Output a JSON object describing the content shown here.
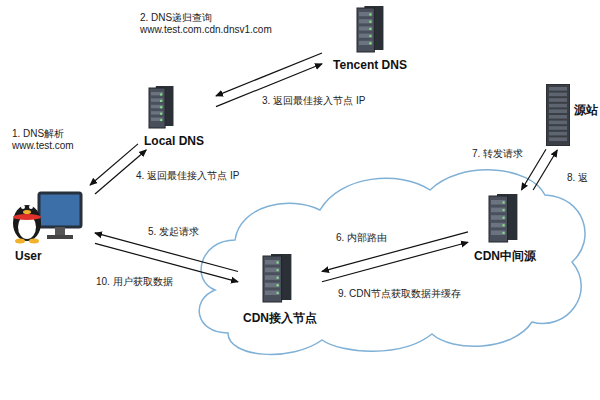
{
  "diagram": {
    "nodes": [
      {
        "text": [
          "User"
        ]
      },
      {
        "text": [
          "Local DNS"
        ]
      },
      {
        "text": [
          "Tencent DNS"
        ]
      },
      {
        "text": [
          "CDN接入节点"
        ]
      },
      {
        "text": [
          "CDN中间源"
        ]
      },
      {
        "text": [
          "源站"
        ]
      }
    ],
    "edges": [
      {
        "from": 0,
        "to": 1,
        "arrow": "to",
        "label": "1. DNS解析 www.test.com"
      },
      {
        "from": 1,
        "to": 2,
        "arrow": "to",
        "label": "2. DNS递归查询 www.test.com.cdn.dnsv1.com"
      },
      {
        "from": 2,
        "to": 1,
        "arrow": "to",
        "label": "3. 返回最佳接入节点 IP"
      },
      {
        "from": 1,
        "to": 0,
        "arrow": "to",
        "label": "4. 返回最佳接入节点 IP"
      },
      {
        "from": 0,
        "to": 3,
        "arrow": "to",
        "label": "5. 发起请求"
      },
      {
        "from": 3,
        "to": 0,
        "arrow": "to",
        "label": "10. 用户获取数据"
      },
      {
        "from": 3,
        "to": 4,
        "arrow": "to",
        "label": "6. 内部路由"
      },
      {
        "from": 4,
        "to": 3,
        "arrow": "to",
        "label": "9. CDN节点获取数据并缓存"
      },
      {
        "from": 4,
        "to": 5,
        "arrow": "to",
        "label": "7. 转发请求"
      },
      {
        "from": 5,
        "to": 4,
        "arrow": "to",
        "label": "8. 返"
      }
    ]
  }
}
